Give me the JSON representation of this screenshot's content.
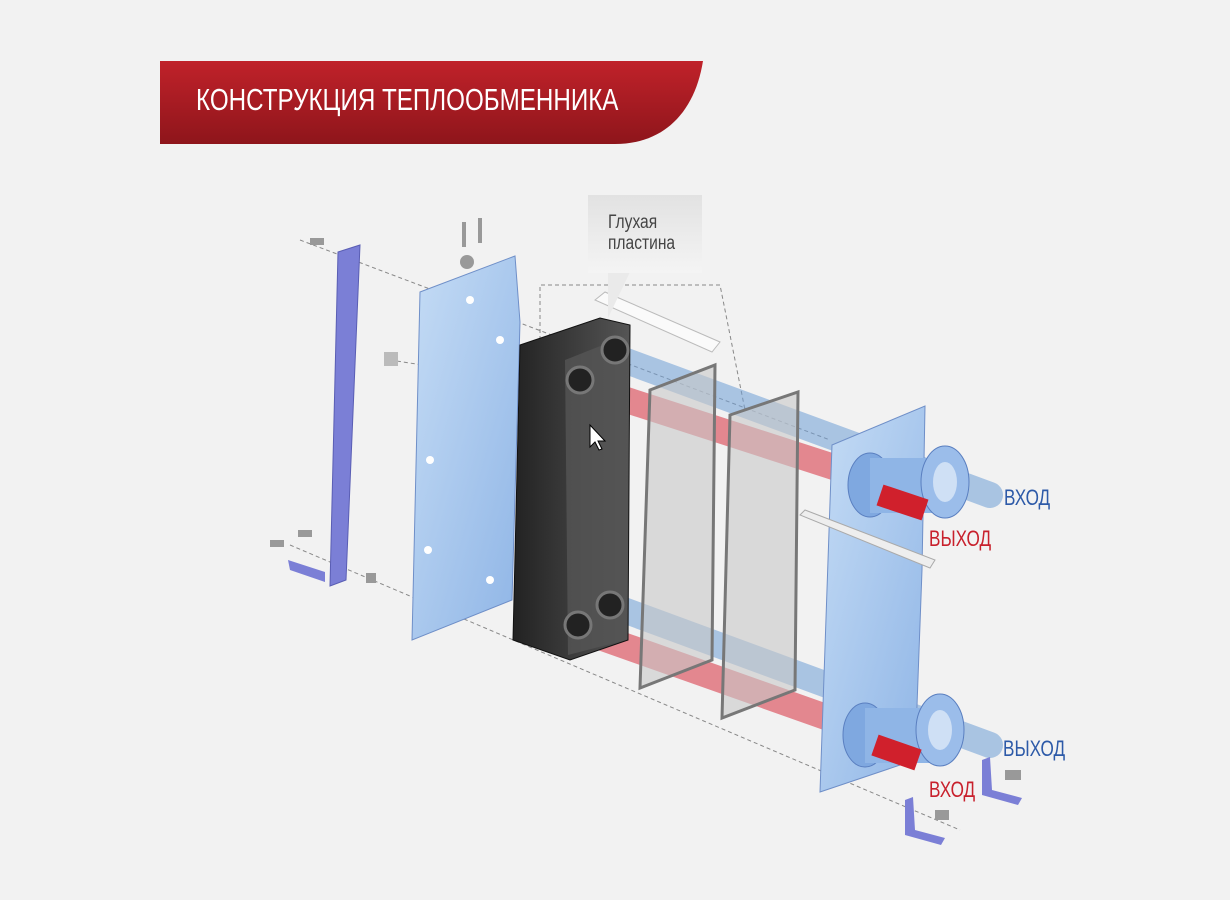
{
  "title": "КОНСТРУКЦИЯ ТЕПЛООБМЕННИКА",
  "callout": {
    "line1": "Глухая",
    "line2": "пластина"
  },
  "labels": {
    "upper_inlet": "ВХОД",
    "upper_outlet": "ВЫХОД",
    "lower_outlet": "ВЫХОД",
    "lower_inlet": "ВХОД"
  },
  "colors": {
    "banner": "#b01e26",
    "background": "#f2f2f2",
    "cold": "#2d5aa8",
    "hot": "#c8202c",
    "plate": "#a9c9ee",
    "pack": "#3a3a3a"
  }
}
